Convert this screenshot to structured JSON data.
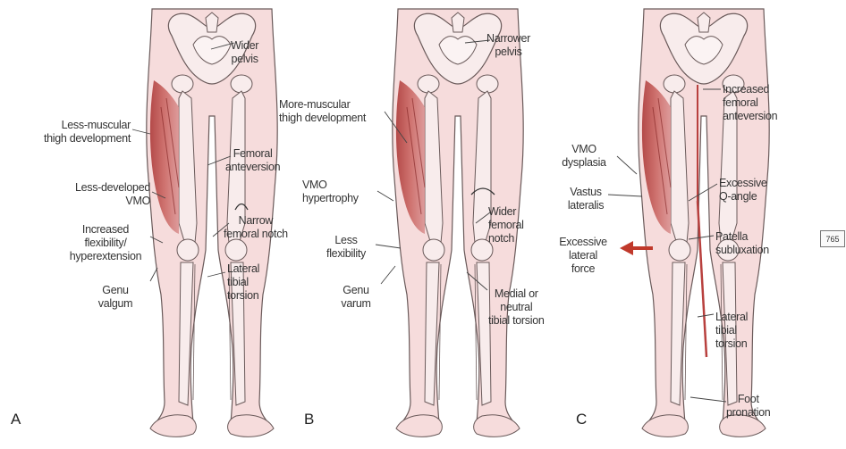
{
  "panels": [
    {
      "letter": "A",
      "labels": {
        "pelvis": "Wider\npelvis",
        "thigh": "Less-muscular\nthigh development",
        "anteversion": "Femoral\nanteversion",
        "vmo": "Less-developed\nVMO",
        "notch": "Narrow\nfemoral notch",
        "flexibility": "Increased\nflexibility/\nhyperextension",
        "genu": "Genu\nvalgum",
        "torsion": "Lateral\ntibial\ntorsion"
      }
    },
    {
      "letter": "B",
      "labels": {
        "pelvis": "Narrower\npelvis",
        "thigh": "More-muscular\nthigh development",
        "vmo": "VMO\nhypertrophy",
        "notch": "Wider\nfemoral\nnotch",
        "flexibility": "Less\nflexibility",
        "genu": "Genu\nvarum",
        "torsion": "Medial or\nneutral\ntibial torsion"
      }
    },
    {
      "letter": "C",
      "labels": {
        "anteversion": "Increased\nfemoral\nanteversion",
        "vmo": "VMO\ndysplasia",
        "vastus": "Vastus\nlateralis",
        "qangle": "Excessive\nQ-angle",
        "force": "Excessive\nlateral\nforce",
        "patella": "Patella\nsubluxation",
        "torsion": "Lateral\ntibial\ntorsion",
        "foot": "Foot\npronation"
      }
    }
  ],
  "page_number": "765",
  "colors": {
    "skin": "#f6dcdc",
    "bone": "#f8ecec",
    "outline": "#6a5a5a",
    "muscle": "#b8403e",
    "arrow": "#c0392b"
  }
}
